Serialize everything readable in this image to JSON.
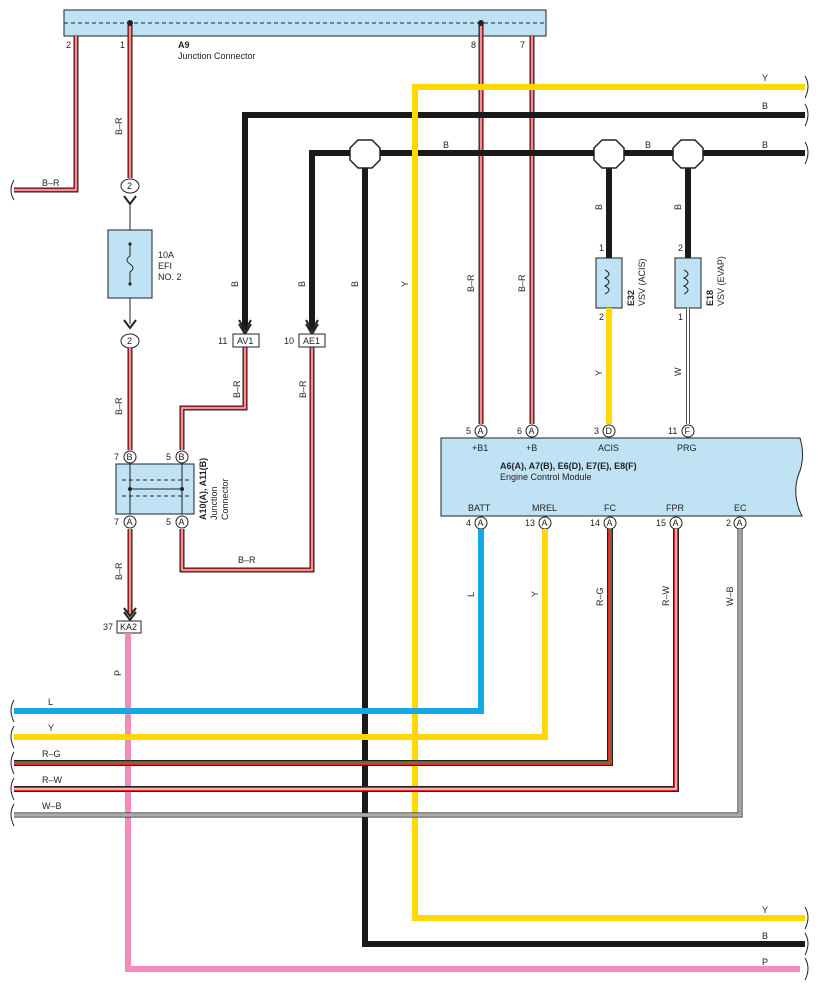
{
  "colors": {
    "Y": "#ffd800",
    "B": "#1a1a1a",
    "R": "#e8212b",
    "L": "#14a9e6",
    "P": "#f28bbd",
    "G": "#3a9a3a",
    "W": "#ffffff",
    "panel": "#bfe3f5"
  },
  "junction_top": {
    "id": "A9",
    "name": "Junction Connector",
    "pins": [
      "2",
      "1",
      "8",
      "7"
    ]
  },
  "fuse": {
    "rating": "10A",
    "name1": "EFI",
    "name2": "NO. 2",
    "pin_top": "2",
    "pin_bottom": "2"
  },
  "junction_mid": {
    "id": "A10(A), A11(B)",
    "name1": "Junction",
    "name2": "Connector"
  },
  "connectors": {
    "av1": {
      "pin": "11",
      "label": "AV1"
    },
    "ae1": {
      "pin": "10",
      "label": "AE1"
    },
    "ka2": {
      "pin": "37",
      "label": "KA2"
    }
  },
  "vsv_acis": {
    "id": "E32",
    "name": "VSV (ACIS)",
    "pin1": "1",
    "pin2": "2"
  },
  "vsv_evap": {
    "id": "E18",
    "name": "VSV (EVAP)",
    "pin1": "2",
    "pin2": "1"
  },
  "ecm": {
    "ids": "A6(A), A7(B), E6(D), E7(E), E8(F)",
    "name": "Engine Control Module",
    "top_pins": [
      {
        "num": "5",
        "conn": "A",
        "label": "+B1"
      },
      {
        "num": "6",
        "conn": "A",
        "label": "+B"
      },
      {
        "num": "3",
        "conn": "D",
        "label": "ACIS"
      },
      {
        "num": "11",
        "conn": "F",
        "label": "PRG"
      }
    ],
    "bottom_pins": [
      {
        "num": "4",
        "conn": "A",
        "label": "BATT"
      },
      {
        "num": "13",
        "conn": "A",
        "label": "MREL"
      },
      {
        "num": "14",
        "conn": "A",
        "label": "FC"
      },
      {
        "num": "15",
        "conn": "A",
        "label": "FPR"
      },
      {
        "num": "2",
        "conn": "A",
        "label": "EC"
      }
    ]
  },
  "junction_mid_pins": {
    "top_left_num": "7",
    "top_left_conn": "B",
    "top_right_num": "5",
    "top_right_conn": "B",
    "bot_left_num": "7",
    "bot_left_conn": "A",
    "bot_right_num": "5",
    "bot_right_conn": "A"
  },
  "wire_labels": {
    "br": "B–R",
    "b": "B",
    "y": "Y",
    "w": "W",
    "l": "L",
    "rg": "R–G",
    "rw": "R–W",
    "wb": "W–B",
    "p": "P"
  }
}
